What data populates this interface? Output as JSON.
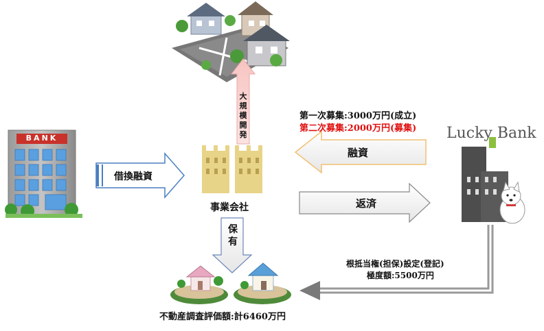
{
  "bank": {
    "sign": "BANK"
  },
  "lucky_bank": {
    "logo": "Lucky Bank"
  },
  "company": {
    "label": "事業会社"
  },
  "arrows": {
    "refinance": "借換融資",
    "development": "大規模開発",
    "loan": "融資",
    "repay": "返済",
    "hold": "保有"
  },
  "fundraising": {
    "first": "第一次募集:3000万円(成立)",
    "second": "第二次募集:2000万円(募集)"
  },
  "collateral": {
    "line1": "根抵当権(担保)設定(登記)",
    "line2": "極度額:5500万円"
  },
  "appraisal": {
    "label": "不動産調査評価額:計6460万円"
  },
  "colors": {
    "second_round": "#e01010",
    "development_arrow": "#f4b9b6",
    "loan_arrow_border": "#f0c070",
    "building_gold": "#e8d488",
    "lucky_bank_gray": "#4d4d4d"
  }
}
